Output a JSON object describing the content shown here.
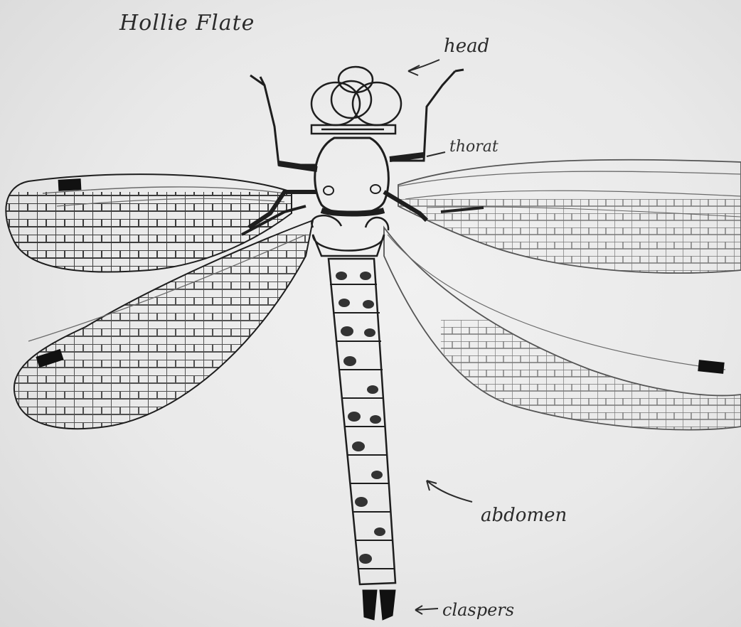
{
  "author_name": "Hollie Flate",
  "labels": {
    "head": "head",
    "thorax": "thorat",
    "abdomen": "abdomen",
    "claspers": "claspers"
  },
  "colors": {
    "paper": "#ececec",
    "pencil": "#1e1e1e",
    "light_pencil": "#6a6a6a"
  }
}
